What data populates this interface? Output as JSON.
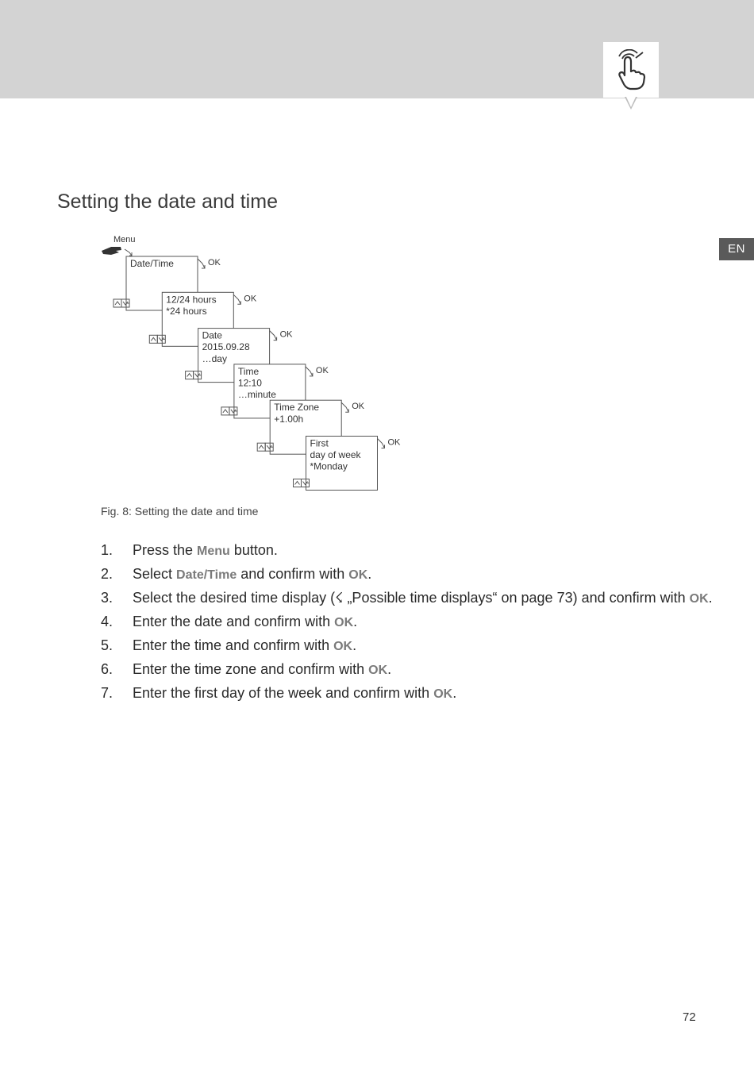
{
  "header": {
    "icon": "tap-hand-icon",
    "language": "EN"
  },
  "section": {
    "title": "Setting the date and time"
  },
  "figure": {
    "menu_label": "Menu",
    "ok_label": "OK",
    "screens": [
      {
        "lines": [
          "Date/Time"
        ]
      },
      {
        "lines": [
          "12/24 hours",
          "*24 hours"
        ]
      },
      {
        "lines": [
          "Date",
          "2015.09.28",
          "…day"
        ]
      },
      {
        "lines": [
          "Time",
          "12:10",
          "…minute"
        ]
      },
      {
        "lines": [
          "Time Zone",
          "+1.00h"
        ]
      },
      {
        "lines": [
          "First",
          "day of week",
          "*Monday"
        ]
      }
    ],
    "caption": "Fig. 8: Setting the date and time"
  },
  "steps": [
    {
      "num": "1.",
      "parts": [
        {
          "t": "Press the "
        },
        {
          "t": "Menu",
          "kw": true
        },
        {
          "t": " button."
        }
      ]
    },
    {
      "num": "2.",
      "parts": [
        {
          "t": "Select "
        },
        {
          "t": "Date/Time",
          "kw": true
        },
        {
          "t": " and confirm with "
        },
        {
          "t": "OK",
          "kw": true
        },
        {
          "t": "."
        }
      ]
    },
    {
      "num": "3.",
      "parts": [
        {
          "t": "Select the desired time display ("
        },
        {
          "t": "☇",
          "ref_icon": true
        },
        {
          "t": " „Possible time displays“ on page 73) and confirm with "
        },
        {
          "t": "OK",
          "kw": true
        },
        {
          "t": "."
        }
      ]
    },
    {
      "num": "4.",
      "parts": [
        {
          "t": "Enter the date and confirm with "
        },
        {
          "t": "OK",
          "kw": true
        },
        {
          "t": "."
        }
      ]
    },
    {
      "num": "5.",
      "parts": [
        {
          "t": "Enter the time and confirm with "
        },
        {
          "t": "OK",
          "kw": true
        },
        {
          "t": "."
        }
      ]
    },
    {
      "num": "6.",
      "parts": [
        {
          "t": "Enter the time zone and confirm with "
        },
        {
          "t": "OK",
          "kw": true
        },
        {
          "t": "."
        }
      ]
    },
    {
      "num": "7.",
      "parts": [
        {
          "t": "Enter the first day of the week and confirm with "
        },
        {
          "t": "OK",
          "kw": true
        },
        {
          "t": "."
        }
      ]
    }
  ],
  "footer": {
    "page_number": "72"
  }
}
